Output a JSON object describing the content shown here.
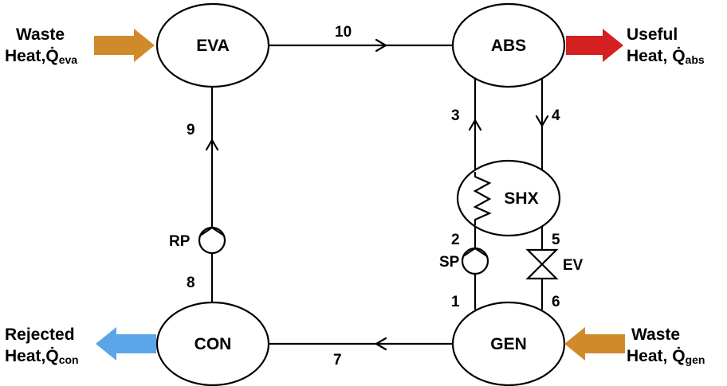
{
  "nodes": {
    "eva": "EVA",
    "abs": "ABS",
    "con": "CON",
    "gen": "GEN",
    "shx": "SHX"
  },
  "components": {
    "rp": "RP",
    "sp": "SP",
    "ev": "EV"
  },
  "streams": [
    "1",
    "2",
    "3",
    "4",
    "5",
    "6",
    "7",
    "8",
    "9",
    "10"
  ],
  "heat_flows": {
    "eva_in": {
      "line1": "Waste",
      "line2": "Heat,",
      "symbol": "Q̇",
      "subscript": "eva"
    },
    "abs_out": {
      "line1": "Useful",
      "line2": "Heat, ",
      "symbol": "Q̇",
      "subscript": "abs"
    },
    "con_out": {
      "line1": "Rejected",
      "line2": "Heat,",
      "symbol": "Q̇",
      "subscript": "con"
    },
    "gen_in": {
      "line1": "Waste",
      "line2": "Heat, ",
      "symbol": "Q̇",
      "subscript": "gen"
    }
  },
  "colors": {
    "waste_heat_arrow": "#D08A2A",
    "useful_heat_arrow": "#D42020",
    "rejected_heat_arrow": "#5AA5E8",
    "line": "#000000"
  }
}
